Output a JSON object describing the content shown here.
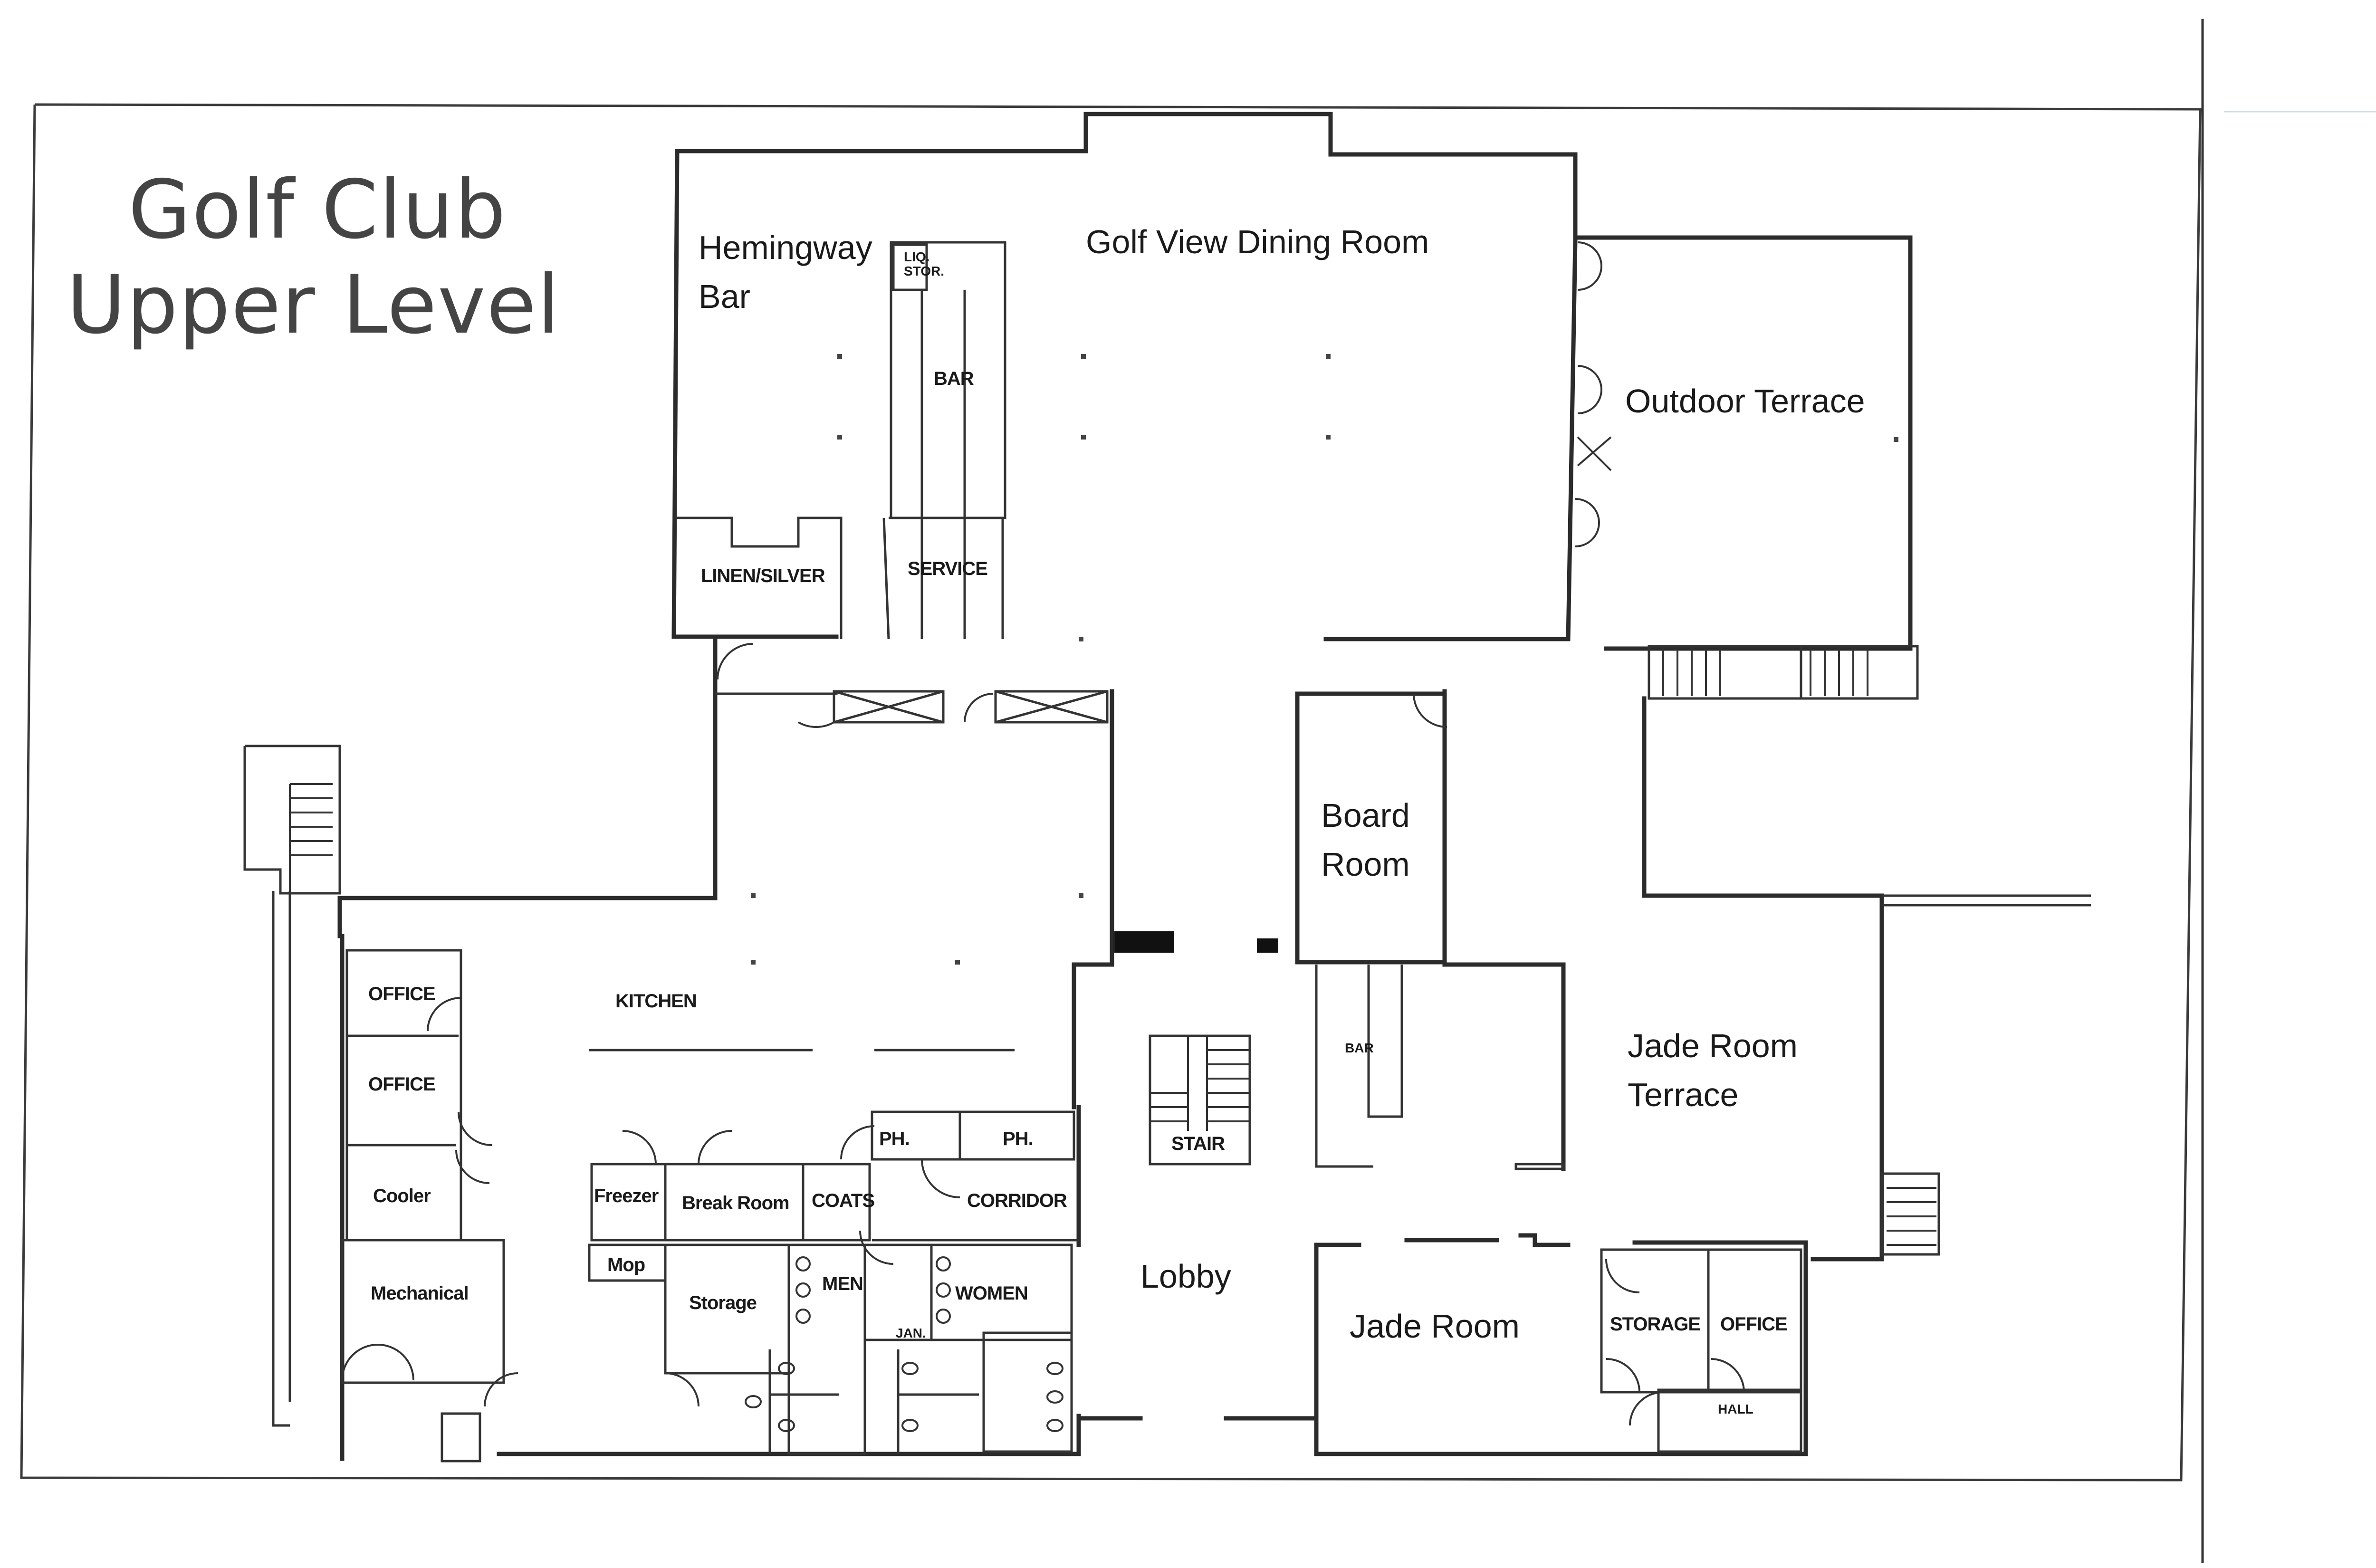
{
  "title": {
    "line1": "Golf Club",
    "line2": "Upper Level"
  },
  "rooms": {
    "hemingway_bar_line1": "Hemingway",
    "hemingway_bar_line2": "Bar",
    "golf_view_dining_room": "Golf View Dining Room",
    "outdoor_terrace": "Outdoor Terrace",
    "liq_stor_line1": "LIQ.",
    "liq_stor_line2": "STOR.",
    "bar_upper": "BAR",
    "linen_silver": "LINEN/SILVER",
    "service": "SERVICE",
    "board_room_line1": "Board",
    "board_room_line2": "Room",
    "kitchen": "KITCHEN",
    "office_1": "OFFICE",
    "office_2": "OFFICE",
    "cooler": "Cooler",
    "mechanical": "Mechanical",
    "freezer": "Freezer",
    "break_room": "Break Room",
    "coats": "COATS",
    "corridor": "CORRIDOR",
    "ph_1": "PH.",
    "ph_2": "PH.",
    "mop": "Mop",
    "storage_lower": "Storage",
    "men": "MEN",
    "women": "WOMEN",
    "jan": "JAN.",
    "stair": "STAIR",
    "bar_lower": "BAR",
    "lobby": "Lobby",
    "jade_room_terrace_line1": "Jade Room",
    "jade_room_terrace_line2": "Terrace",
    "jade_room": "Jade Room",
    "storage_right": "STORAGE",
    "office_right": "OFFICE",
    "hall": "HALL"
  }
}
